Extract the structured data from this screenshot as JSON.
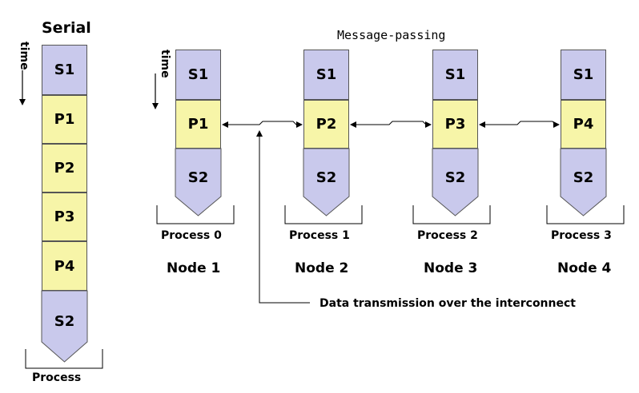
{
  "serial": {
    "title": "Serial",
    "time_label": "time",
    "blocks": [
      "S1",
      "P1",
      "P2",
      "P3",
      "P4",
      "S2"
    ],
    "process_label": "Process"
  },
  "message_passing": {
    "title": "Message-passing",
    "time_label": "time",
    "nodes": [
      {
        "s1": "S1",
        "p": "P1",
        "s2": "S2",
        "process": "Process 0",
        "node": "Node 1"
      },
      {
        "s1": "S1",
        "p": "P2",
        "s2": "S2",
        "process": "Process 1",
        "node": "Node 2"
      },
      {
        "s1": "S1",
        "p": "P3",
        "s2": "S2",
        "process": "Process 2",
        "node": "Node 3"
      },
      {
        "s1": "S1",
        "p": "P4",
        "s2": "S2",
        "process": "Process 3",
        "node": "Node 4"
      }
    ],
    "annotation": "Data transmission over the interconnect"
  },
  "colors": {
    "serial_block": "#c9c9ec",
    "parallel_block": "#f7f5a8",
    "border": "#555555"
  }
}
